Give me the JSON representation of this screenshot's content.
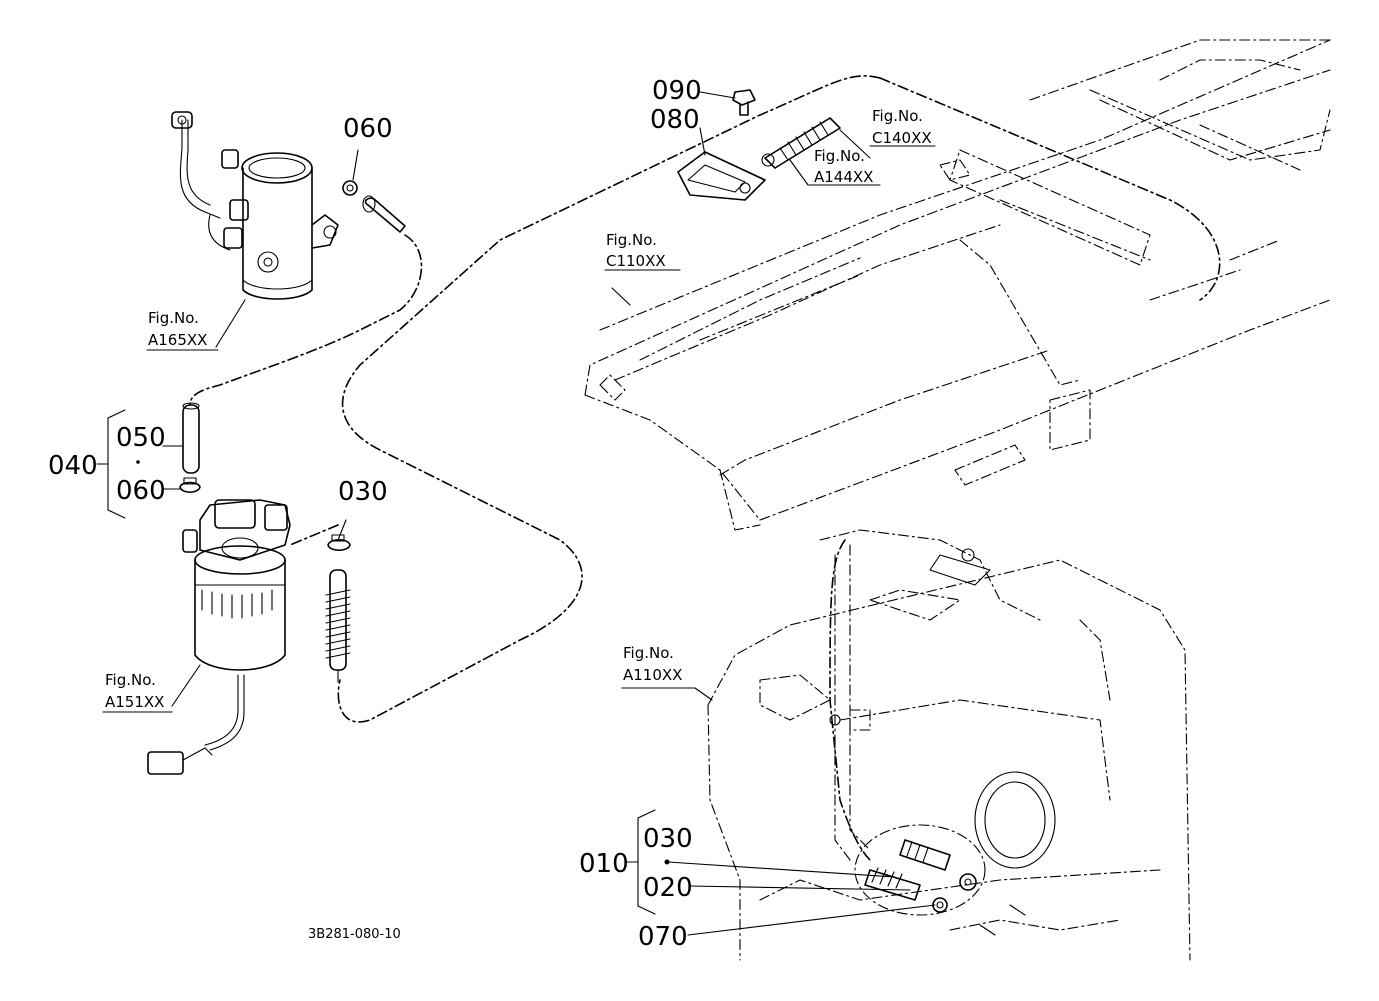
{
  "diagram_code": "3B281-080-10",
  "callouts": {
    "p010": "010",
    "p020": "020",
    "p030_top": "030",
    "p030_bottom": "030",
    "p040": "040",
    "p050": "050",
    "p060_top": "060",
    "p060_left": "060",
    "p070": "070",
    "p080": "080",
    "p090": "090"
  },
  "fig_refs": {
    "a165": {
      "label": "Fig.No.",
      "code": "A165XX"
    },
    "a151": {
      "label": "Fig.No.",
      "code": "A151XX"
    },
    "c140": {
      "label": "Fig.No.",
      "code": "C140XX"
    },
    "a144": {
      "label": "Fig.No.",
      "code": "A144XX"
    },
    "c110": {
      "label": "Fig.No.",
      "code": "C110XX"
    },
    "a110": {
      "label": "Fig.No.",
      "code": "A110XX"
    }
  }
}
